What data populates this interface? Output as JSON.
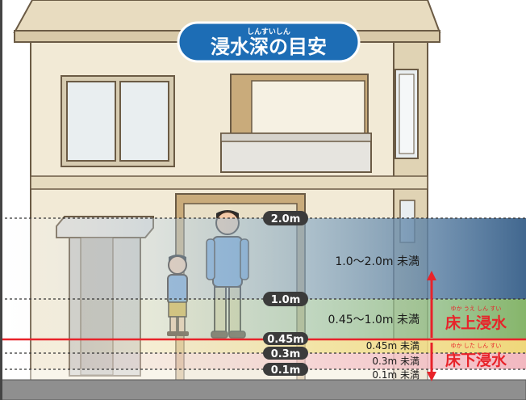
{
  "title": {
    "ruby": "しんすいしん",
    "text": "浸水深の目安"
  },
  "levels": [
    {
      "label": "2.0m",
      "value": 2.0
    },
    {
      "label": "1.0m",
      "value": 1.0
    },
    {
      "label": "0.45m",
      "value": 0.45
    },
    {
      "label": "0.3m",
      "value": 0.3
    },
    {
      "label": "0.1m",
      "value": 0.1
    }
  ],
  "ranges": [
    {
      "text": "1.0〜2.0m 未満"
    },
    {
      "text": "0.45〜1.0m 未満"
    },
    {
      "text": "0.45m 未満"
    },
    {
      "text": "0.3m 未満"
    },
    {
      "text": "0.1m 未満"
    }
  ],
  "categories": [
    {
      "ruby": "ゆか うえ しん すい",
      "text": "床上浸水",
      "color": "#e8232a"
    },
    {
      "ruby": "ゆか した しん すい",
      "text": "床下浸水",
      "color": "#e8232a"
    }
  ],
  "colors": {
    "deep": "#41678f",
    "mid": "#8db6c8",
    "shallow": "#b6d07a",
    "yellow": "#f3e39a",
    "pink": "#f6cfd4",
    "alert": "#e8232a",
    "title_bg": "#1d6db5"
  }
}
